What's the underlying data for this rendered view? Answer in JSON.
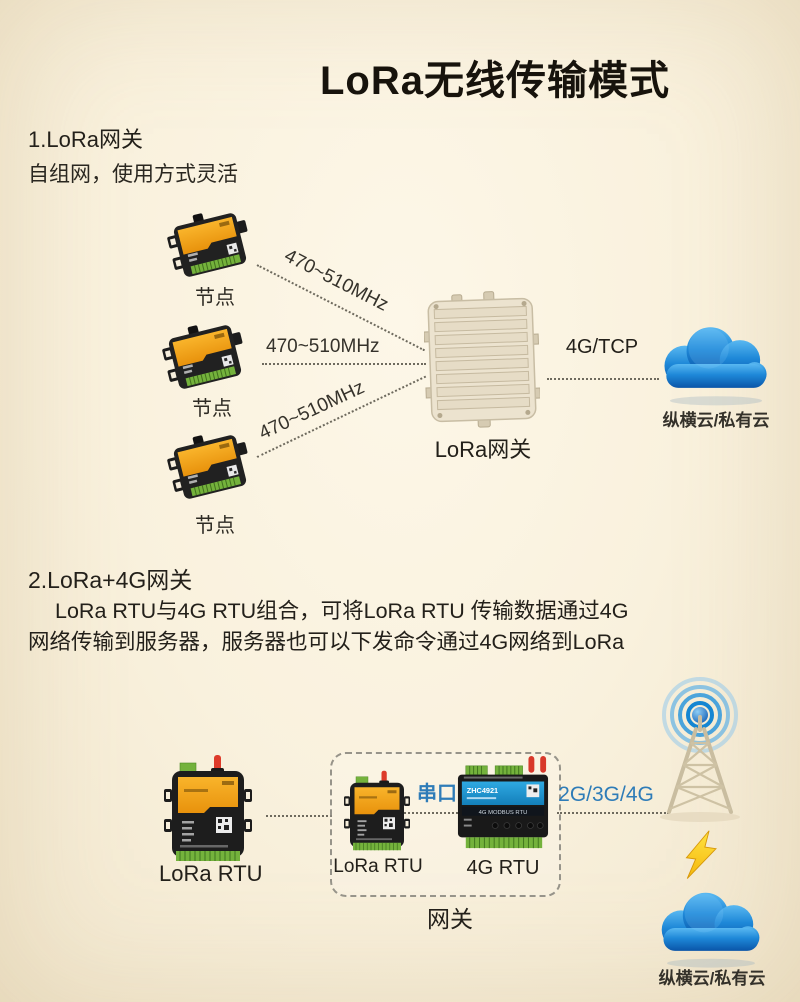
{
  "title": "LoRa无线传输模式",
  "section1": {
    "heading": "1.LoRa网关",
    "description": "自组网，使用方式灵活",
    "node_labels": [
      "节点",
      "节点",
      "节点"
    ],
    "freq_labels": [
      "470~510MHz",
      "470~510MHz",
      "470~510MHz"
    ],
    "gateway_label": "LoRa网关",
    "uplink_label": "4G/TCP",
    "cloud_label": "纵横云/私有云"
  },
  "section2": {
    "heading": "2.LoRa+4G网关",
    "body_line1": "LoRa RTU与4G RTU组合，可将LoRa RTU 传输数据通过4G",
    "body_line2": "网络传输到服务器，服务器也可以下发命令通过4G网络到LoRa",
    "standalone_rtu_label": "LoRa RTU",
    "box_lora_rtu_label": "LoRa RTU",
    "serial_label": "串口",
    "box_4g_rtu_label": "4G RTU",
    "device_model": "ZHC4921",
    "device_type_label": "4G MODBUS RTU",
    "gateway_label": "网关",
    "network_label": "2G/3G/4G",
    "cloud_label": "纵横云/私有云"
  },
  "colors": {
    "background": "#f8f0dc",
    "blue_text": "#2e7cb8",
    "cloud_blue": "#1272c8",
    "device_orange": "#f5a21b",
    "terminal_green": "#74b23c",
    "panel_blue": "#1f9ad6",
    "antenna_red": "#dd392b",
    "lightning_yellow": "#ffd21f"
  }
}
